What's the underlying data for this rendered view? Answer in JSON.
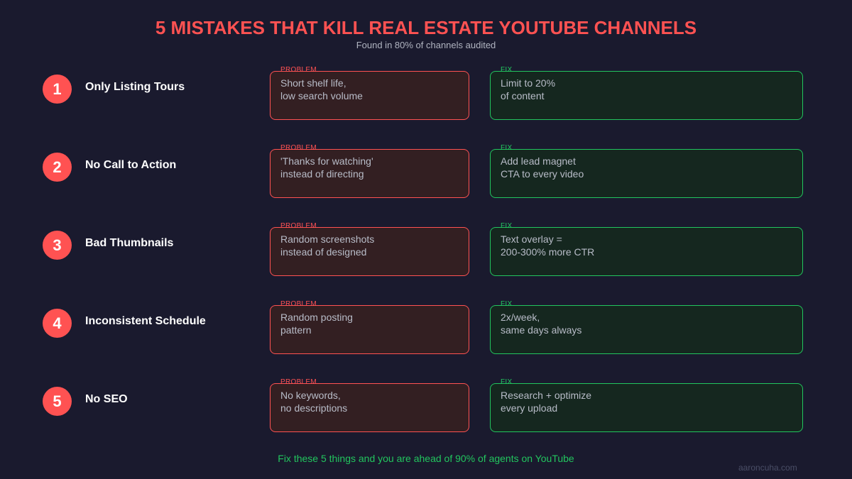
{
  "title": "5 MISTAKES THAT KILL REAL ESTATE YOUTUBE CHANNELS",
  "subtitle": "Found in 80% of channels audited",
  "problem_label": "PROBLEM",
  "fix_label": "FIX",
  "colors": {
    "background": "#1a1a2e",
    "accent_red": "#ff5252",
    "accent_green": "#22c55e"
  },
  "mistakes": [
    {
      "number": "1",
      "name": "Only Listing Tours",
      "problem": "Short shelf life,\nlow search volume",
      "fix": "Limit to 20%\nof content"
    },
    {
      "number": "2",
      "name": "No Call to Action",
      "problem": "'Thanks for watching'\ninstead of directing",
      "fix": "Add lead magnet\nCTA to every video"
    },
    {
      "number": "3",
      "name": "Bad Thumbnails",
      "problem": "Random screenshots\ninstead of designed",
      "fix": "Text overlay =\n200-300% more CTR"
    },
    {
      "number": "4",
      "name": "Inconsistent Schedule",
      "problem": "Random posting\npattern",
      "fix": "2x/week,\nsame days always"
    },
    {
      "number": "5",
      "name": "No SEO",
      "problem": "No keywords,\nno descriptions",
      "fix": "Research + optimize\nevery upload"
    }
  ],
  "footer": "Fix these 5 things and you are ahead of 90% of agents on YouTube",
  "credit": "aaroncuha.com"
}
